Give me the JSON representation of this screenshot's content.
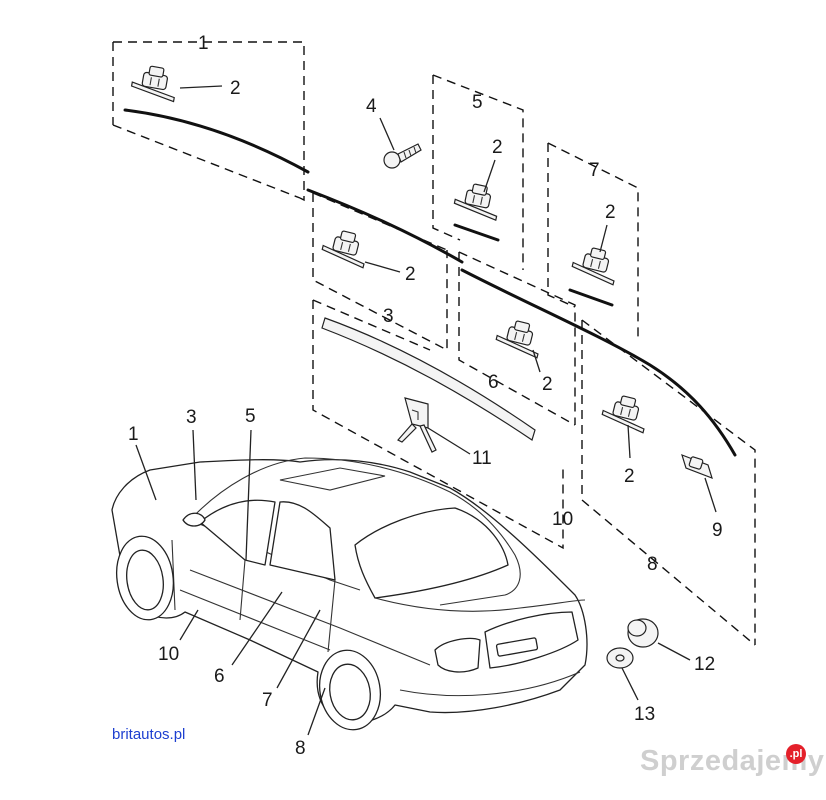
{
  "callouts": {
    "box1": "1",
    "box1_clip": "2",
    "screw": "4",
    "box5": "5",
    "box5_clip": "2",
    "box7": "7",
    "box7_clip": "2",
    "box10_clip": "2",
    "box3": "3",
    "box6": "6",
    "box6_clip": "2",
    "bracket": "11",
    "box10": "10",
    "box8_clip": "2",
    "clip9": "9",
    "box8": "8",
    "car1": "1",
    "car3": "3",
    "car5": "5",
    "car10": "10",
    "car6": "6",
    "car7": "7",
    "car8": "8",
    "grommet12": "12",
    "washer13": "13"
  },
  "watermarks": {
    "site": "britautos.pl",
    "brand": "Sprzedajemy",
    "brand_suffix": ".pl"
  }
}
